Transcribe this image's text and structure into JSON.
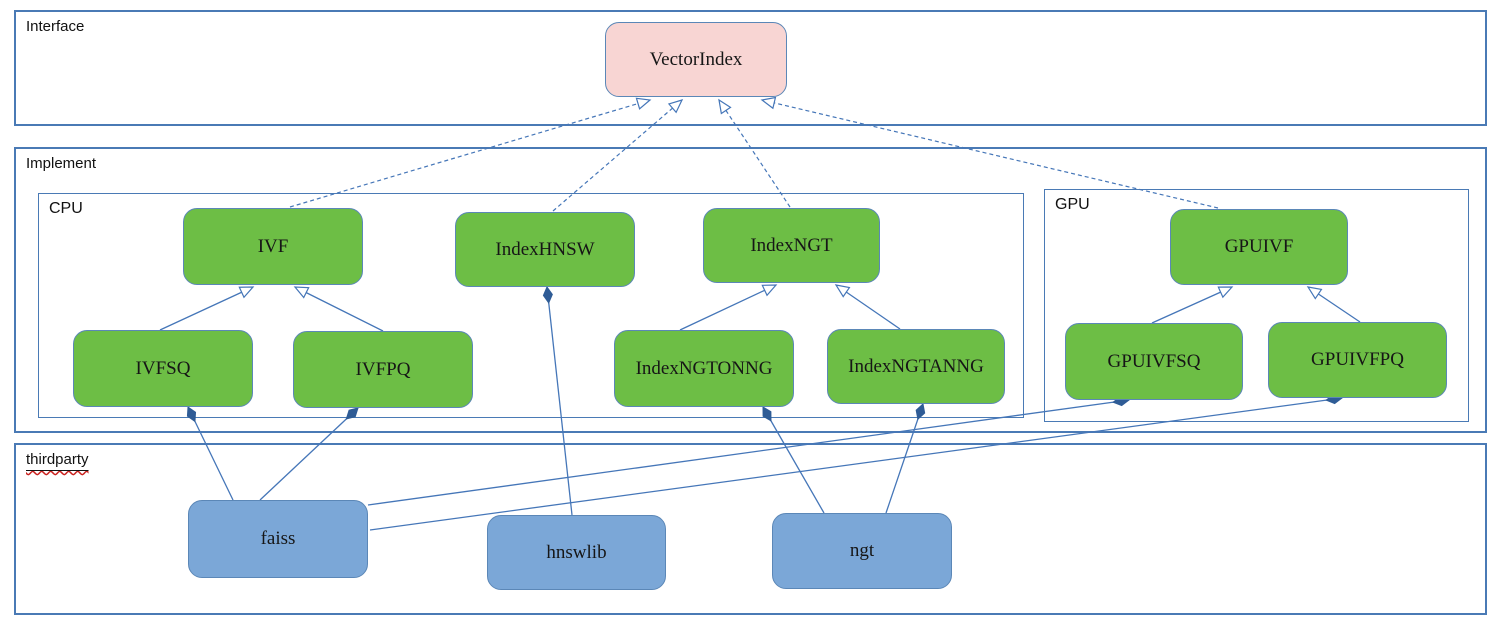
{
  "diagram": {
    "containers": {
      "interface": {
        "label": "Interface"
      },
      "implement": {
        "label": "Implement"
      },
      "cpu": {
        "label": "CPU"
      },
      "gpu": {
        "label": "GPU"
      },
      "thirdparty": {
        "label": "thirdparty"
      }
    },
    "nodes": {
      "vectorindex": {
        "label": "VectorIndex",
        "kind": "interface"
      },
      "ivf": {
        "label": "IVF",
        "kind": "cpu-class"
      },
      "indexhnsw": {
        "label": "IndexHNSW",
        "kind": "cpu-class"
      },
      "indexngt": {
        "label": "IndexNGT",
        "kind": "cpu-class"
      },
      "ivfsq": {
        "label": "IVFSQ",
        "kind": "cpu-class"
      },
      "ivfpq": {
        "label": "IVFPQ",
        "kind": "cpu-class"
      },
      "indexngtonng": {
        "label": "IndexNGTONNG",
        "kind": "cpu-class"
      },
      "indexngtanng": {
        "label": "IndexNGTANNG",
        "kind": "cpu-class"
      },
      "gpuivf": {
        "label": "GPUIVF",
        "kind": "gpu-class"
      },
      "gpuivfsq": {
        "label": "GPUIVFSQ",
        "kind": "gpu-class"
      },
      "gpuivfpq": {
        "label": "GPUIVFPQ",
        "kind": "gpu-class"
      },
      "faiss": {
        "label": "faiss",
        "kind": "thirdparty-lib"
      },
      "hnswlib": {
        "label": "hnswlib",
        "kind": "thirdparty-lib"
      },
      "ngt": {
        "label": "ngt",
        "kind": "thirdparty-lib"
      }
    },
    "edges": [
      {
        "from": "ivf",
        "to": "vectorindex",
        "type": "realization",
        "points": [
          290,
          207,
          650,
          100
        ]
      },
      {
        "from": "indexhnsw",
        "to": "vectorindex",
        "type": "realization",
        "points": [
          553,
          211,
          682,
          100
        ]
      },
      {
        "from": "indexngt",
        "to": "vectorindex",
        "type": "realization",
        "points": [
          790,
          207,
          719,
          100
        ]
      },
      {
        "from": "gpuivf",
        "to": "vectorindex",
        "type": "realization",
        "points": [
          1218,
          208,
          762,
          100
        ]
      },
      {
        "from": "ivfsq",
        "to": "ivf",
        "type": "generalization",
        "points": [
          160,
          330,
          253,
          287
        ]
      },
      {
        "from": "ivfpq",
        "to": "ivf",
        "type": "generalization",
        "points": [
          383,
          331,
          295,
          287
        ]
      },
      {
        "from": "indexngtonng",
        "to": "indexngt",
        "type": "generalization",
        "points": [
          680,
          330,
          776,
          285
        ]
      },
      {
        "from": "indexngtanng",
        "to": "indexngt",
        "type": "generalization",
        "points": [
          900,
          329,
          836,
          285
        ]
      },
      {
        "from": "gpuivfsq",
        "to": "gpuivf",
        "type": "generalization",
        "points": [
          1152,
          323,
          1232,
          287
        ]
      },
      {
        "from": "gpuivfpq",
        "to": "gpuivf",
        "type": "generalization",
        "points": [
          1360,
          322,
          1308,
          287
        ]
      },
      {
        "from": "faiss",
        "to": "ivfsq",
        "type": "composition",
        "points": [
          233,
          500,
          188,
          407
        ]
      },
      {
        "from": "faiss",
        "to": "ivfpq",
        "type": "composition",
        "points": [
          260,
          500,
          358,
          408
        ]
      },
      {
        "from": "hnswlib",
        "to": "indexhnsw",
        "type": "composition",
        "points": [
          572,
          515,
          547,
          287
        ]
      },
      {
        "from": "ngt",
        "to": "indexngtonng",
        "type": "composition",
        "points": [
          824,
          513,
          763,
          407
        ]
      },
      {
        "from": "ngt",
        "to": "indexngtanng",
        "type": "composition",
        "points": [
          886,
          513,
          923,
          404
        ]
      },
      {
        "from": "faiss",
        "to": "gpuivfsq",
        "type": "composition",
        "points": [
          368,
          505,
          1129,
          400
        ]
      },
      {
        "from": "faiss",
        "to": "gpuivfpq",
        "type": "composition",
        "points": [
          370,
          530,
          1342,
          398
        ]
      }
    ],
    "colors": {
      "line": "#4576b8",
      "container_border": "#4a7ab5",
      "node_border": "#5b87b7",
      "class_fill_green": "#6dbe45",
      "interface_fill_pink": "#f8d5d3",
      "thirdparty_fill_blue": "#7ba7d7",
      "diamond_fill": "#2f5c96",
      "spellcheck_squiggle": "#c9211e"
    }
  }
}
